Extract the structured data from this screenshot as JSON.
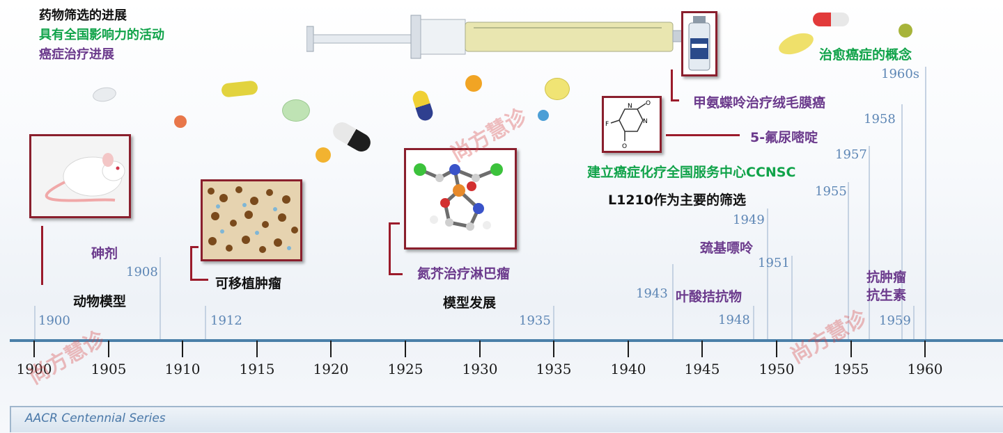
{
  "legend": {
    "item1": "药物筛选的进展",
    "item2": "具有全国影响力的活动",
    "item3": "癌症治疗进展"
  },
  "colors": {
    "legend1": "#111111",
    "legend2": "#11a34a",
    "legend3": "#6b3a8c",
    "axis": "#1a1a1a",
    "frame": "#8a1f2d",
    "year_marker": "#5d86b5"
  },
  "axis": {
    "ticks": [
      "1900",
      "1905",
      "1910",
      "1915",
      "1920",
      "1925",
      "1930",
      "1935",
      "1940",
      "1945",
      "1950",
      "1955",
      "1960"
    ]
  },
  "events": {
    "animal_model": "动物模型",
    "arsenic": "砷剂",
    "transplant_tumor": "可移植肿瘤",
    "nitrogen_mustard": "氮芥治疗淋巴瘤",
    "model_dev": "模型发展",
    "folate_antagonist": "叶酸拮抗物",
    "mercaptopurine": "巯基嘌呤",
    "l1210": "L1210作为主要的筛选",
    "ccnsc": "建立癌症化疗全国服务中心CCNSC",
    "fu": "5-氟尿嘧啶",
    "methotrexate": "甲氨蝶呤治疗绒毛膜癌",
    "antitumor_antibiotics_1": "抗肿瘤",
    "antitumor_antibiotics_2": "抗生素",
    "cure_concept": "治愈癌症的概念"
  },
  "year_markers": {
    "y1900": "1900",
    "y1908": "1908",
    "y1912": "1912",
    "y1935": "1935",
    "y1943": "1943",
    "y1948": "1948",
    "y1949": "1949",
    "y1951": "1951",
    "y1955": "1955",
    "y1957": "1957",
    "y1958": "1958",
    "y1959": "1959",
    "y1960s": "1960s"
  },
  "molecule_labels": {
    "n1": "N",
    "n2": "N",
    "o1": "O",
    "o2": "O",
    "f": "F"
  },
  "watermark": "尚方慧诊",
  "footer": {
    "series": "AACR Centennial Series"
  }
}
